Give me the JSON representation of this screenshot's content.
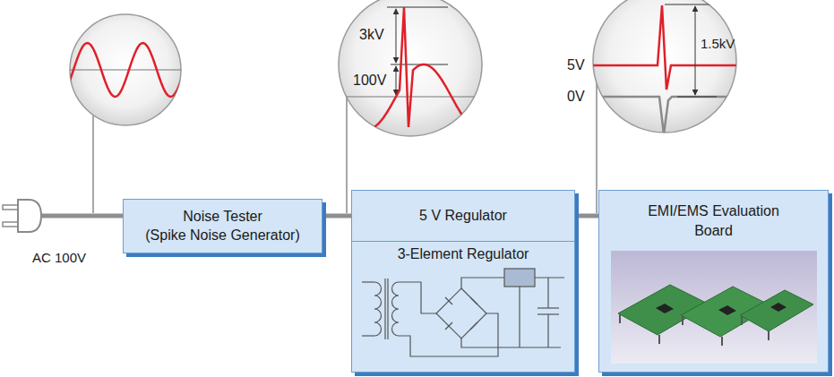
{
  "diagram": {
    "nodes": [
      {
        "text": [
          "Noise Tester",
          "(Spike Noise Generator)"
        ]
      },
      {
        "text": [
          "5 V Regulator",
          "3-Element Regulator"
        ]
      },
      {
        "text": [
          "EMI/EMS Evaluation Board"
        ]
      }
    ],
    "edges": [
      {
        "from": 0,
        "to": 1,
        "arrow": "none"
      },
      {
        "from": 1,
        "to": 2,
        "arrow": "none"
      }
    ],
    "labels": [
      "AC 100V",
      "3kV",
      "100V",
      "5V",
      "0V",
      "1.5kV"
    ]
  }
}
